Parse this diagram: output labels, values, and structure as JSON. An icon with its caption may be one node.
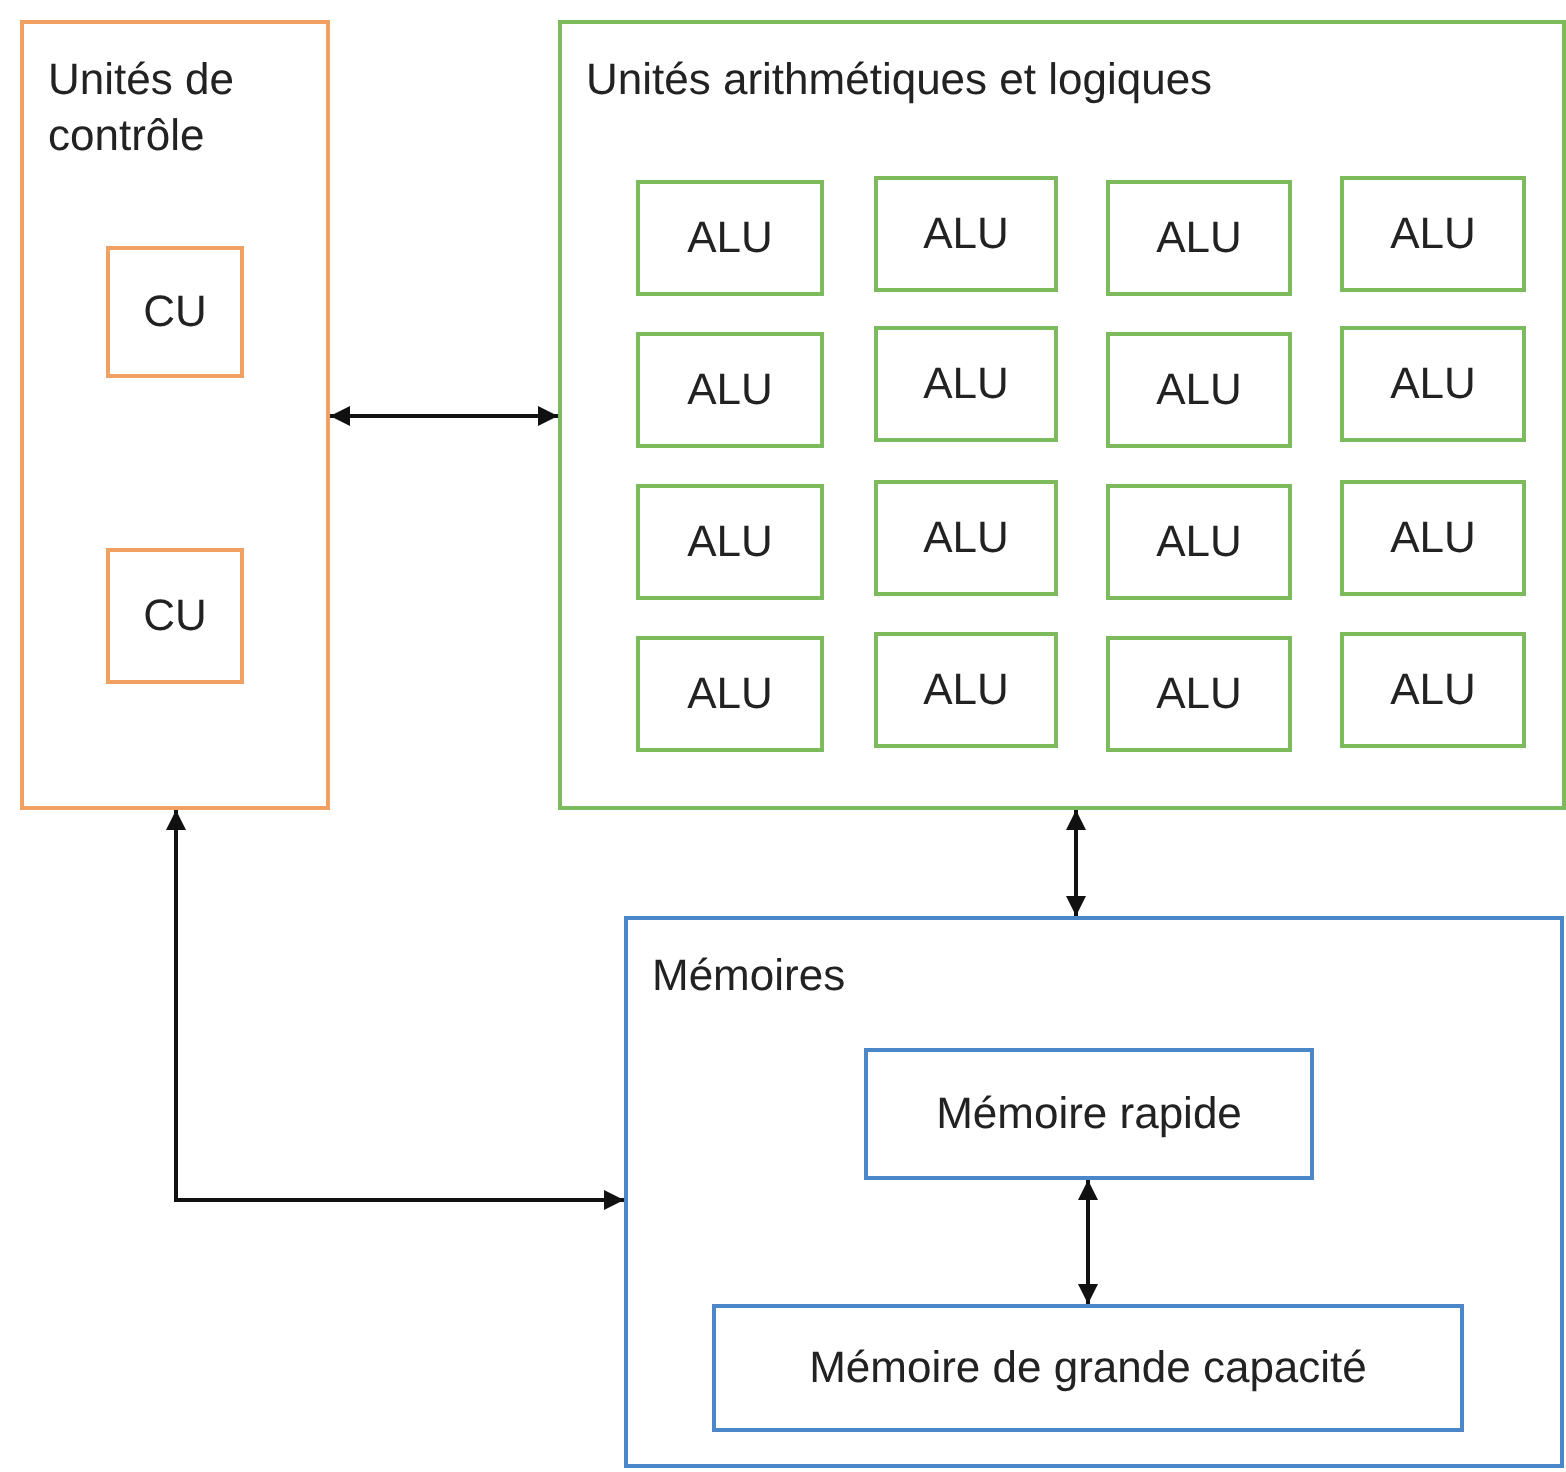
{
  "diagram": {
    "nodes": [
      {
        "text": [
          "Unités de contrôle"
        ]
      },
      {
        "text": [
          "CU"
        ],
        "in": 0
      },
      {
        "text": [
          "CU"
        ],
        "in": 0
      },
      {
        "text": [
          "Unités arithmétiques et logiques"
        ]
      },
      {
        "text": [
          "ALU"
        ],
        "in": 3
      },
      {
        "text": [
          "ALU"
        ],
        "in": 3
      },
      {
        "text": [
          "ALU"
        ],
        "in": 3
      },
      {
        "text": [
          "ALU"
        ],
        "in": 3
      },
      {
        "text": [
          "ALU"
        ],
        "in": 3
      },
      {
        "text": [
          "ALU"
        ],
        "in": 3
      },
      {
        "text": [
          "ALU"
        ],
        "in": 3
      },
      {
        "text": [
          "ALU"
        ],
        "in": 3
      },
      {
        "text": [
          "ALU"
        ],
        "in": 3
      },
      {
        "text": [
          "ALU"
        ],
        "in": 3
      },
      {
        "text": [
          "ALU"
        ],
        "in": 3
      },
      {
        "text": [
          "ALU"
        ],
        "in": 3
      },
      {
        "text": [
          "ALU"
        ],
        "in": 3
      },
      {
        "text": [
          "ALU"
        ],
        "in": 3
      },
      {
        "text": [
          "ALU"
        ],
        "in": 3
      },
      {
        "text": [
          "ALU"
        ],
        "in": 3
      },
      {
        "text": [
          "Mémoires"
        ]
      },
      {
        "text": [
          "Mémoire rapide"
        ],
        "in": 20
      },
      {
        "text": [
          "Mémoire de grande capacité"
        ],
        "in": 20
      }
    ],
    "edges": [
      {
        "from": 0,
        "to": 3,
        "arrow": "both"
      },
      {
        "from": 3,
        "to": 20,
        "arrow": "both"
      },
      {
        "from": 0,
        "to": 20,
        "arrow": "both"
      },
      {
        "from": 21,
        "to": 22,
        "arrow": "both"
      }
    ]
  }
}
